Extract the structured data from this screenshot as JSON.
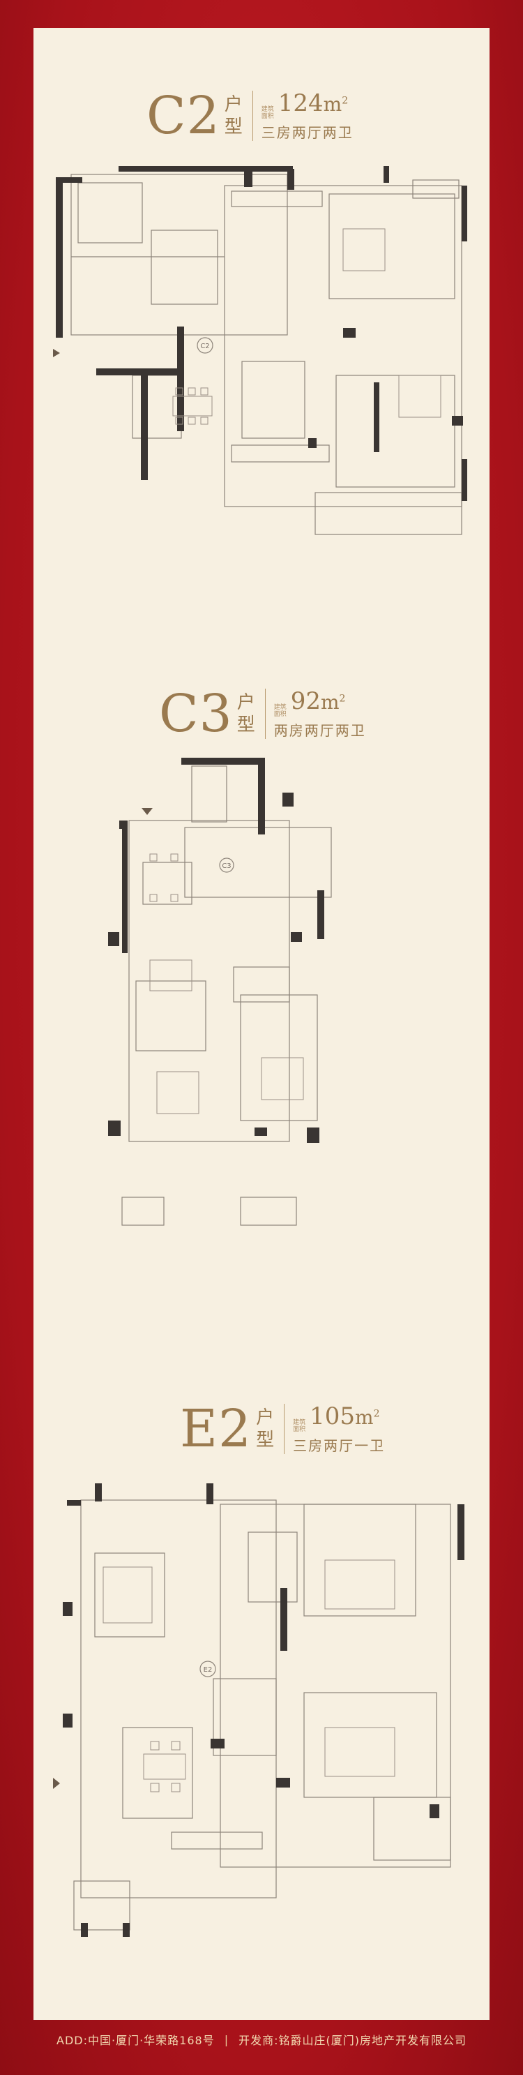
{
  "units": [
    {
      "code": "C2",
      "unit_top": "户",
      "unit_bottom": "型",
      "area_label": "建筑面积",
      "area_value": "124",
      "area_unit": "m",
      "area_sup": "2",
      "layout": "三房两厅两卫",
      "plan_label": "C2"
    },
    {
      "code": "C3",
      "unit_top": "户",
      "unit_bottom": "型",
      "area_label": "建筑面积",
      "area_value": "92",
      "area_unit": "m",
      "area_sup": "2",
      "layout": "两房两厅两卫",
      "plan_label": "C3"
    },
    {
      "code": "E2",
      "unit_top": "户",
      "unit_bottom": "型",
      "area_label": "建筑面积",
      "area_value": "105",
      "area_unit": "m",
      "area_sup": "2",
      "layout": "三房两厅一卫",
      "plan_label": "E2"
    }
  ],
  "footer": {
    "address": "ADD:中国·厦门·华荣路168号",
    "separator": "|",
    "developer": "开发商:铭爵山庄(厦门)房地产开发有限公司"
  },
  "colors": {
    "background": "#b0141c",
    "panel": "#f7f0e1",
    "gold": "#9a7a4f",
    "wall": "#3a3532"
  }
}
